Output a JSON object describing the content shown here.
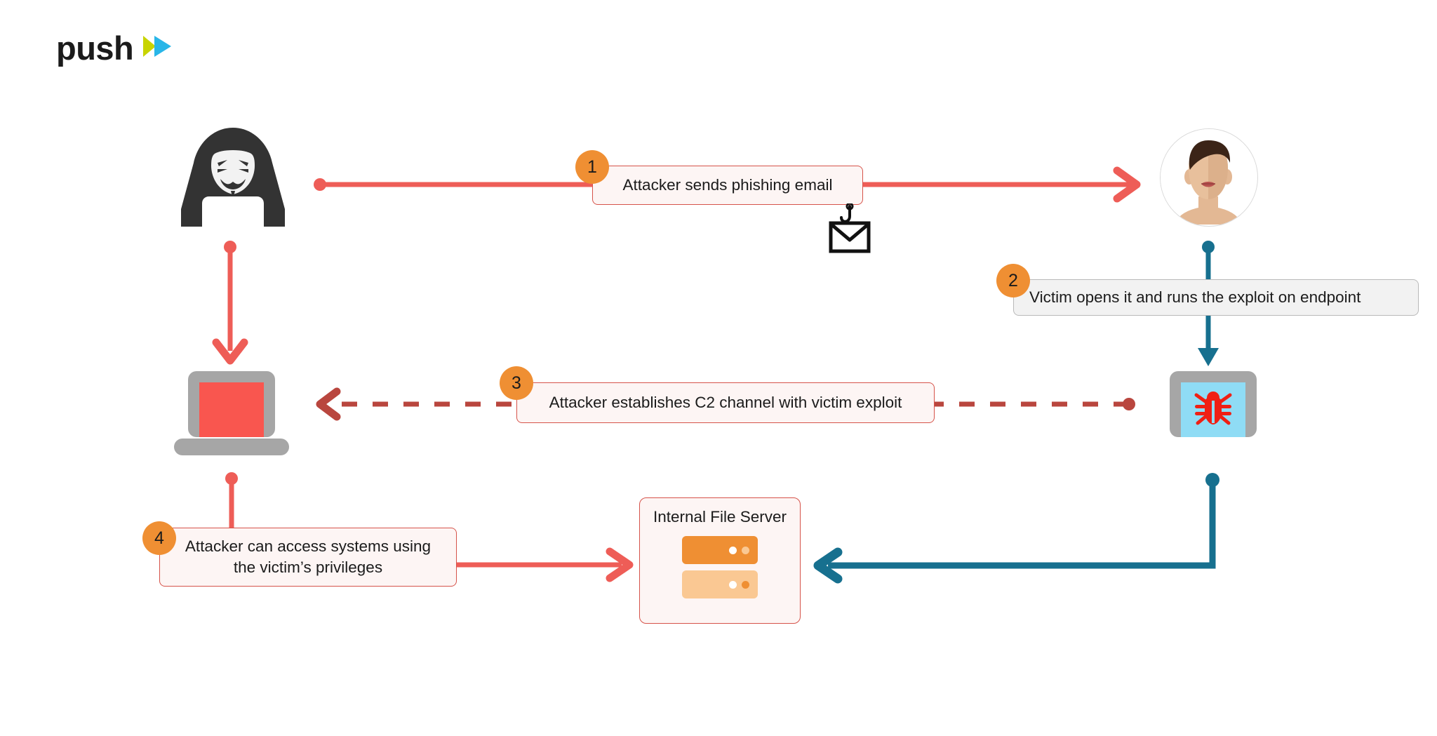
{
  "brand": {
    "wordmark": "push",
    "logo_icon": "play-triangles-icon",
    "colors": {
      "triangle_left": "#c8d400",
      "triangle_right": "#29b6e8",
      "text": "#1b1b1b"
    }
  },
  "palette": {
    "red": "#ef5350",
    "red_line": "#ee5d57",
    "red_border": "#d6534a",
    "red_fill": "#fdf5f4",
    "red_dashed": "#b9463e",
    "blue": "#17708f",
    "orange_badge": "#ef8f33",
    "orange_dark": "#ef8f33",
    "orange_light": "#fac893",
    "grey_box_fill": "#f2f2f2",
    "grey_box_border": "#b9b9b9",
    "laptop_grey": "#a6a6a6",
    "screen_blue": "#8fdcf5",
    "screen_red": "#f9564f"
  },
  "nodes": {
    "attacker": {
      "name": "attacker-hacker",
      "icon": "hooded-hacker-mask-icon"
    },
    "victim": {
      "name": "victim-person",
      "icon": "person-avatar-icon"
    },
    "attacker_laptop": {
      "name": "attacker-laptop",
      "icon": "laptop-red-screen-icon"
    },
    "victim_laptop": {
      "name": "victim-laptop",
      "icon": "laptop-bug-icon"
    },
    "phish_email": {
      "name": "phishing-email",
      "icon": "hook-envelope-icon"
    },
    "file_server": {
      "title": "Internal File Server",
      "icon": "server-rack-icon",
      "racks": [
        {
          "tone": "dark",
          "leds": [
            "#ffffff",
            "#fac893"
          ]
        },
        {
          "tone": "light",
          "leds": [
            "#ffffff",
            "#ef8f33"
          ]
        }
      ]
    }
  },
  "steps": [
    {
      "number": "1",
      "text": "Attacker sends phishing email",
      "style": "red",
      "name": "step-1-label"
    },
    {
      "number": "2",
      "text": "Victim opens it and runs the exploit on endpoint",
      "style": "grey",
      "name": "step-2-label"
    },
    {
      "number": "3",
      "text": "Attacker establishes C2 channel with victim exploit",
      "style": "red",
      "name": "step-3-label"
    },
    {
      "number": "4",
      "text": "Attacker can access systems using the victim’s privileges",
      "style": "red",
      "name": "step-4-label"
    }
  ],
  "connectors": [
    {
      "name": "connector-attacker-to-victim",
      "color": "#ee5d57",
      "style": "solid",
      "direction": "right"
    },
    {
      "name": "connector-victim-to-victim-laptop",
      "color": "#17708f",
      "style": "solid",
      "direction": "down"
    },
    {
      "name": "connector-attacker-to-attacker-laptop",
      "color": "#ee5d57",
      "style": "solid",
      "direction": "down"
    },
    {
      "name": "connector-c2-channel",
      "color": "#b9463e",
      "style": "dashed",
      "direction": "left"
    },
    {
      "name": "connector-attacker-laptop-to-file-server",
      "color": "#ee5d57",
      "style": "solid",
      "direction": "right"
    },
    {
      "name": "connector-victim-laptop-to-file-server",
      "color": "#17708f",
      "style": "solid",
      "direction": "left"
    }
  ]
}
